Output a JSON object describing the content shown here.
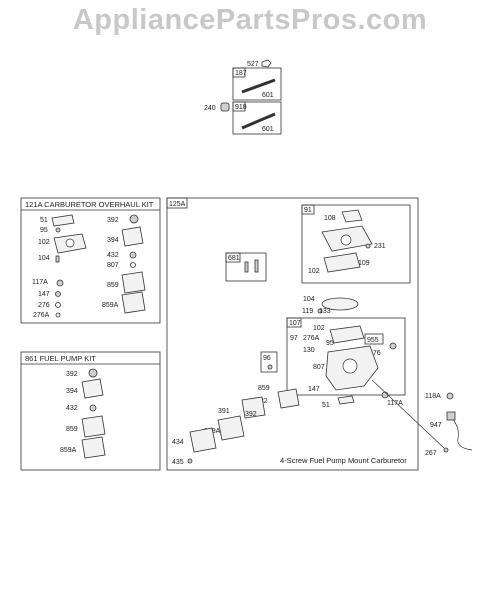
{
  "watermark": "AppliancePartsPros.com",
  "top_group": {
    "labels": [
      "527",
      "187",
      "601",
      "240",
      "918",
      "601"
    ]
  },
  "kit_121a": {
    "title": "121A CARBURETOR OVERHAUL KIT",
    "left_labels": [
      "51",
      "95",
      "102",
      "104",
      "117A",
      "147",
      "276",
      "276A"
    ],
    "right_labels": [
      "392",
      "394",
      "432",
      "807",
      "859",
      "859A"
    ]
  },
  "kit_861": {
    "title": "861 FUEL PUMP KIT",
    "labels": [
      "392",
      "394",
      "432",
      "859",
      "859A"
    ]
  },
  "assembly_125a": {
    "title": "125A",
    "caption": "4-Screw Fuel Pump Mount Carburetor",
    "box91": {
      "tag": "91",
      "labels": [
        "108",
        "231",
        "109",
        "102"
      ]
    },
    "box681": {
      "tag": "681"
    },
    "mid_labels": [
      "104",
      "119",
      "133"
    ],
    "box107": {
      "tag": "107",
      "labels": [
        "102",
        "97",
        "276A",
        "95",
        "130",
        "955",
        "276",
        "807"
      ]
    },
    "box96": {
      "tag": "96"
    },
    "lower_labels": [
      "147",
      "51",
      "117A",
      "859",
      "432",
      "391",
      "392",
      "859A",
      "434",
      "435"
    ]
  },
  "outside_labels": [
    "118A",
    "947",
    "267"
  ]
}
